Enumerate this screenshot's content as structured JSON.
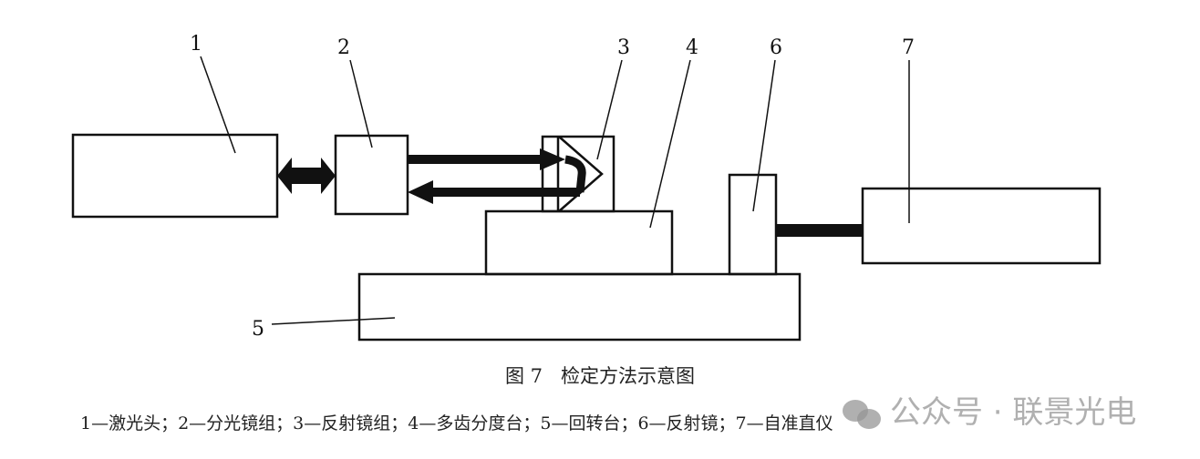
{
  "labels": [
    "1",
    "2",
    "3",
    "4",
    "5",
    "6",
    "7"
  ],
  "caption": "图 7   检定方法示意图",
  "legend": "1—激光头；2—分光镜组；3—反射镜组；4—多齿分度台；5—回转台；6—反射镜；7—自准直仪",
  "watermark": "公众号 · 联景光电",
  "colors": {
    "line": "#111111",
    "watermark": "#969696"
  }
}
